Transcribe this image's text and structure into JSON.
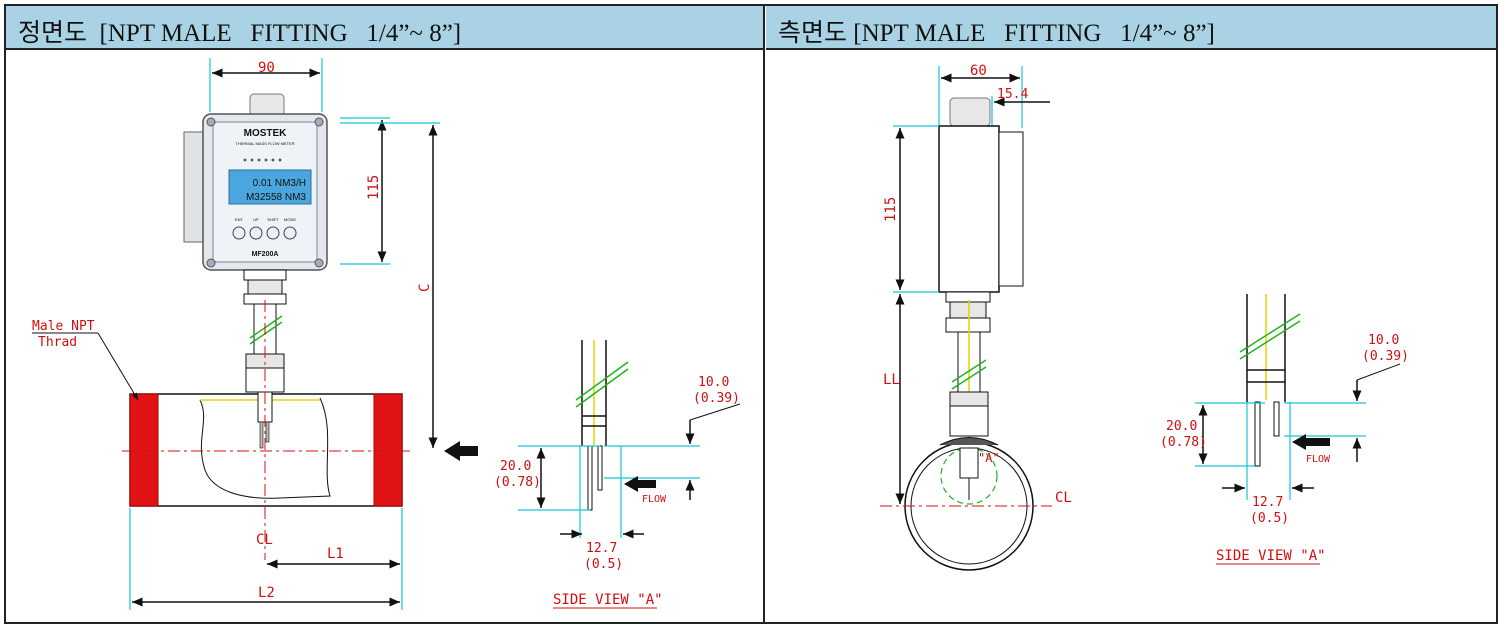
{
  "headers": {
    "front": "정면도  [NPT MALE   FITTING   1/4”~ 8”]",
    "side": "측면도 [NPT MALE   FITTING   1/4”~ 8”]"
  },
  "device": {
    "brand": "MOSTEK",
    "subtitle": "THERMAL MASS FLOW METER",
    "display_line1": "0.01 NM3/H",
    "display_line2": "M32558 NM3",
    "model": "MF200A",
    "keys": [
      "ENT",
      "UP",
      "SHIFT",
      "MODE"
    ]
  },
  "front_view": {
    "dim_top": "90",
    "dim_height": "115",
    "dim_c": "C",
    "label_thread_1": "Male NPT",
    "label_thread_2": "Thrad",
    "cl": "CL",
    "l1": "L1",
    "l2": "L2"
  },
  "side_detail_front": {
    "dim_a1": "10.0",
    "dim_a2": "(0.39)",
    "dim_b1": "20.0",
    "dim_b2": "(0.78)",
    "dim_c1": "12.7",
    "dim_c2": "(0.5)",
    "flow": "FLOW",
    "title": "SIDE VIEW \"A\""
  },
  "side_view": {
    "dim_top": "60",
    "dim_small": "15.4",
    "dim_height": "115",
    "dim_ll": "LL",
    "cl": "CL",
    "label_a": "\"A\""
  },
  "side_detail_side": {
    "dim_a1": "10.0",
    "dim_a2": "(0.39)",
    "dim_b1": "20.0",
    "dim_b2": "(0.78)",
    "dim_c1": "12.7",
    "dim_c2": "(0.5)",
    "flow": "FLOW",
    "title": "SIDE VIEW \"A\""
  },
  "colors": {
    "header_bg": "#a9d3e4",
    "dimension": "#15c5d8",
    "text_red": "#d01010",
    "thread_red": "#e01414"
  }
}
